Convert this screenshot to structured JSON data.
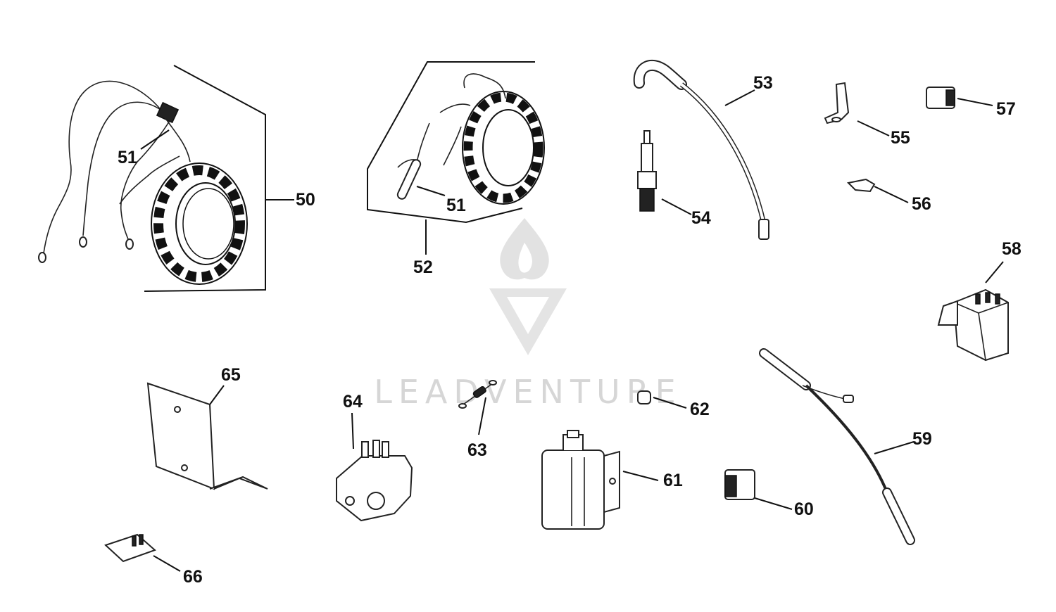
{
  "watermark": {
    "text": "LEADVENTURE",
    "color": "#d6d6d6"
  },
  "callouts": [
    {
      "id": "c50",
      "label": "50"
    },
    {
      "id": "c51a",
      "label": "51"
    },
    {
      "id": "c51b",
      "label": "51"
    },
    {
      "id": "c52",
      "label": "52"
    },
    {
      "id": "c53",
      "label": "53"
    },
    {
      "id": "c54",
      "label": "54"
    },
    {
      "id": "c55",
      "label": "55"
    },
    {
      "id": "c56",
      "label": "56"
    },
    {
      "id": "c57",
      "label": "57"
    },
    {
      "id": "c58",
      "label": "58"
    },
    {
      "id": "c59",
      "label": "59"
    },
    {
      "id": "c60",
      "label": "60"
    },
    {
      "id": "c61",
      "label": "61"
    },
    {
      "id": "c62",
      "label": "62"
    },
    {
      "id": "c63",
      "label": "63"
    },
    {
      "id": "c64",
      "label": "64"
    },
    {
      "id": "c65",
      "label": "65"
    },
    {
      "id": "c66",
      "label": "66"
    }
  ]
}
